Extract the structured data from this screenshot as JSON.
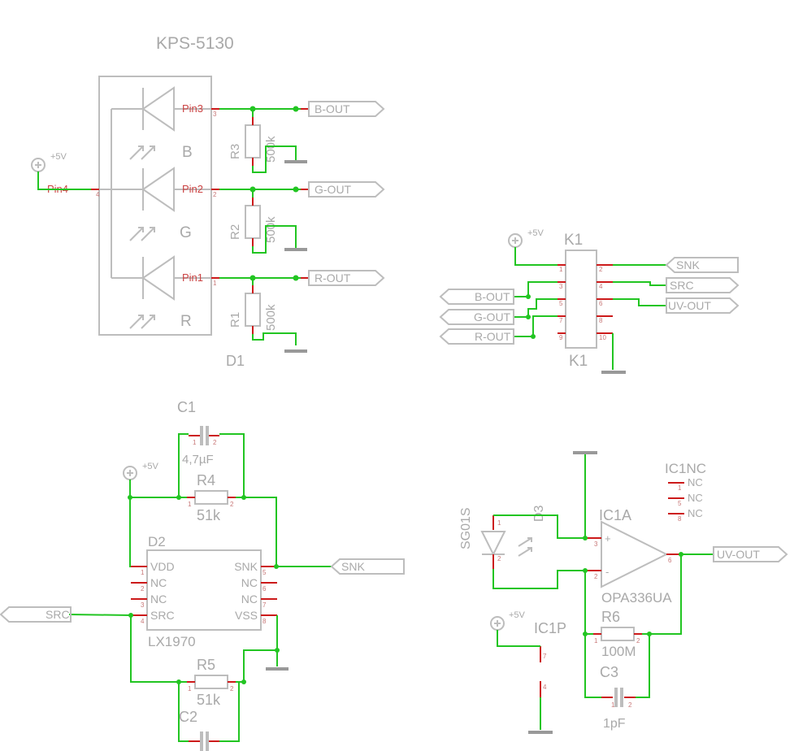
{
  "d1": {
    "title": "KPS-5130",
    "ref": "D1",
    "colors": [
      "B",
      "G",
      "R"
    ],
    "pins": [
      "Pin3",
      "Pin2",
      "Pin1",
      "Pin4"
    ],
    "pin_nums": [
      "3",
      "2",
      "1",
      "4"
    ],
    "resistors": [
      {
        "ref": "R3",
        "value": "500k"
      },
      {
        "ref": "R2",
        "value": "500k"
      },
      {
        "ref": "R1",
        "value": "500k"
      }
    ],
    "outputs": [
      "B-OUT",
      "G-OUT",
      "R-OUT"
    ],
    "supply": "+5V"
  },
  "k1": {
    "ref_top": "K1",
    "ref_bottom": "K1",
    "supply": "+5V",
    "left_pins": [
      "1",
      "3",
      "5",
      "7",
      "9"
    ],
    "right_pins": [
      "2",
      "4",
      "6",
      "8",
      "10"
    ],
    "right_ports": [
      "SNK",
      "SRC",
      "UV-OUT"
    ],
    "left_ports": [
      "B-OUT",
      "G-OUT",
      "R-OUT"
    ]
  },
  "d2": {
    "ref": "D2",
    "part": "LX1970",
    "supply": "+5V",
    "left_pins": [
      "VDD",
      "NC",
      "NC",
      "SRC"
    ],
    "right_pins": [
      "SNK",
      "NC",
      "NC",
      "VSS"
    ],
    "left_nums": [
      "1",
      "2",
      "3",
      "4"
    ],
    "right_nums": [
      "5",
      "6",
      "7",
      "8"
    ],
    "c1": {
      "ref": "C1",
      "value": "4,7µF",
      "pins": [
        "1",
        "2"
      ]
    },
    "r4": {
      "ref": "R4",
      "value": "51k",
      "pins": [
        "1",
        "2"
      ]
    },
    "r5": {
      "ref": "R5",
      "value": "51k",
      "pins": [
        "1",
        "2"
      ]
    },
    "c2": {
      "ref": "C2"
    },
    "port_snk": "SNK",
    "port_src": "SRC"
  },
  "amp": {
    "sensor_name": "SG01S",
    "sensor_ref": "D3",
    "sensor_pins": [
      "1",
      "2"
    ],
    "ic_ref": "IC1A",
    "ic_part": "OPA336UA",
    "plus": "+",
    "minus": "-",
    "pin_nums": [
      "3",
      "2",
      "6"
    ],
    "nc_ref": "IC1NC",
    "nc_labels": [
      "NC",
      "NC",
      "NC"
    ],
    "nc_nums": [
      "1",
      "5",
      "8"
    ],
    "r6": {
      "ref": "R6",
      "value": "100M",
      "pins": [
        "1",
        "2"
      ]
    },
    "c3": {
      "ref": "C3",
      "value": "1pF",
      "pins": [
        "1",
        "2"
      ]
    },
    "power_ref": "IC1P",
    "power_pins": [
      "7",
      "4"
    ],
    "supply": "+5V",
    "port_out": "UV-OUT"
  }
}
